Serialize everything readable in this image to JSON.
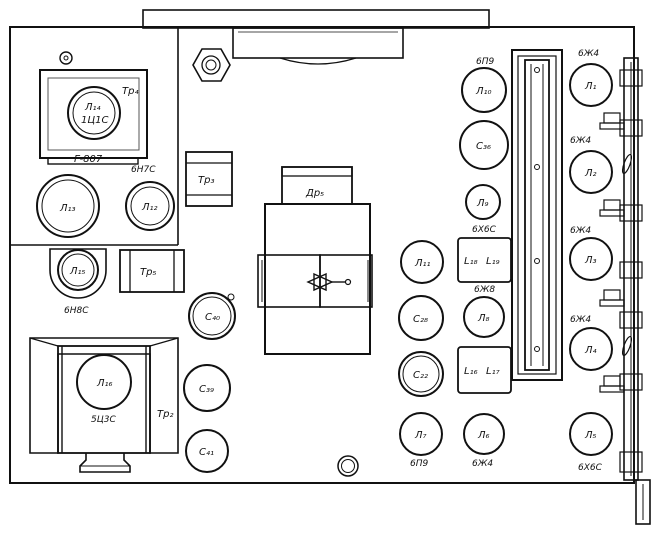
{
  "labels": {
    "tr4": "Тр₄",
    "l14": "Л₁₄",
    "l14_type": "1Ц1С",
    "g807": "Г-807",
    "l12_type": "6Н7С",
    "l13": "Л₁₃",
    "l12": "Л₁₂",
    "tr3": "Тр₃",
    "l15": "Л₁₅",
    "l15_type": "6Н8С",
    "tr5": "Тр₅",
    "dr5": "Др₅",
    "c40": "С₄₀",
    "c39": "С₃₉",
    "c41": "С₄₁",
    "l16": "Л₁₆",
    "l16_type": "5Ц3С",
    "tr2": "Тр₂",
    "l10_type": "6П9",
    "l10": "Л₁₀",
    "c36": "С₃₆",
    "l9": "Л₉",
    "l9_type": "6Х6С",
    "l18": "L₁₈",
    "l19": "L₁₉",
    "l11": "Л₁₁",
    "l8_type": "6Ж8",
    "c28": "С₂₈",
    "l8": "Л₈",
    "c22": "С₂₂",
    "l16coil": "L₁₆",
    "l17": "L₁₇",
    "l7": "Л₇",
    "l7_type": "6П9",
    "l6": "Л₆",
    "l6_type": "6Ж4",
    "l1_type": "6Ж4",
    "l1": "Л₁",
    "l2_type": "6Ж4",
    "l2": "Л₂",
    "l3_type": "6Ж4",
    "l3": "Л₃",
    "l4_type": "6Ж4",
    "l4": "Л₄",
    "l5": "Л₅",
    "l5_type": "6Х6С"
  }
}
